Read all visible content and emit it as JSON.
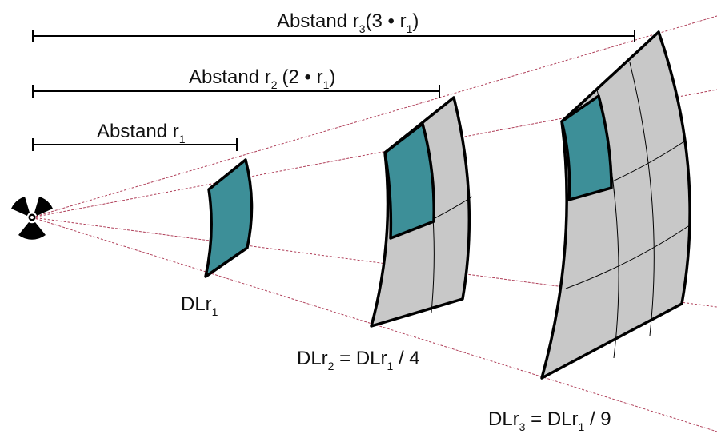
{
  "distances": {
    "r1": {
      "word": "Abstand",
      "r": "r",
      "sub": "1"
    },
    "r2": {
      "word": "Abstand",
      "r": "r",
      "sub": "2",
      "paren_open": "(2 • ",
      "r_inner": "r",
      "sub_inner": "1",
      "paren_close": ")"
    },
    "r3": {
      "word": "Abstand",
      "r": "r",
      "sub": "3",
      "paren_open": "(3 • ",
      "r_inner": "r",
      "sub_inner": "1",
      "paren_close": ")"
    }
  },
  "dose_labels": {
    "d1": {
      "prefix": "DLr",
      "sub": "1"
    },
    "d2": {
      "prefix": "DLr",
      "sub": "2",
      "eq": " = DLr",
      "sub2": "1",
      "suffix": " / 4"
    },
    "d3": {
      "prefix": "DLr",
      "sub": "3",
      "eq": " = DLr",
      "sub2": "1",
      "suffix": " / 9"
    }
  },
  "icons": {
    "source": "radiation-trefoil-icon"
  },
  "colors": {
    "teal": "#3d8f98",
    "gray": "#c8c8c8",
    "ray": "#b0405a"
  }
}
